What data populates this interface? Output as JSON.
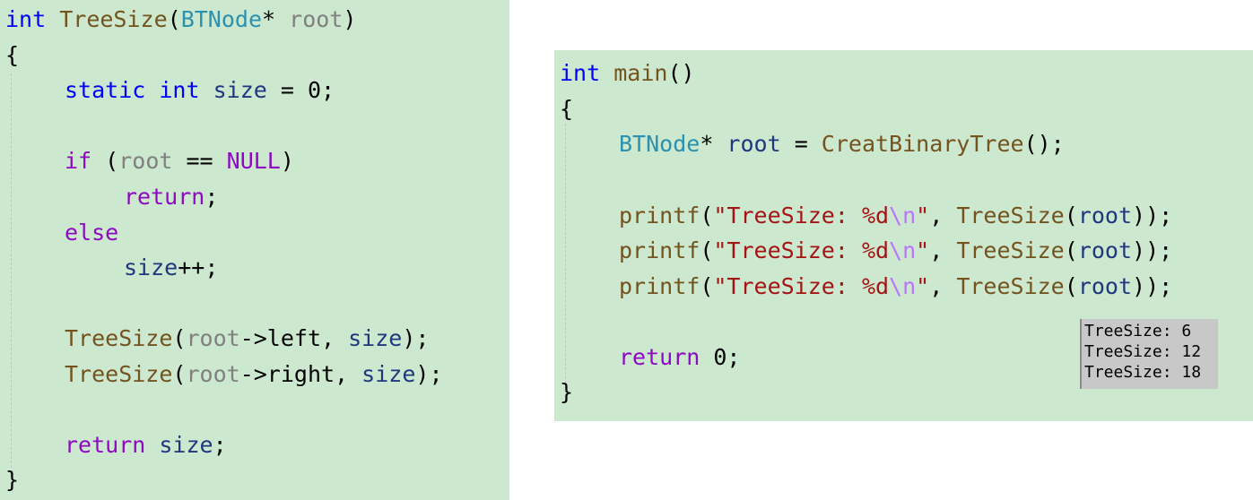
{
  "left_code": {
    "sig": {
      "ret": "int",
      "fn": "TreeSize",
      "open": "(",
      "type": "BTNode",
      "star": "*",
      "param": "root",
      "close": ")"
    },
    "brace_open": "{",
    "decl": {
      "static": "static",
      "int": "int",
      "var": "size",
      "rest": " = 0;"
    },
    "if_line": {
      "kw": "if",
      "open": " (",
      "param": "root",
      "op": " == ",
      "null": "NULL",
      "close": ")"
    },
    "ret1": {
      "kw": "return",
      "semi": ";"
    },
    "else_kw": "else",
    "incr": {
      "var": "size",
      "rest": "++;"
    },
    "call_left": {
      "fn": "TreeSize",
      "open": "(",
      "param": "root",
      "arrow": "->left, ",
      "var": "size",
      "close": ");"
    },
    "call_right": {
      "fn": "TreeSize",
      "open": "(",
      "param": "root",
      "arrow": "->right, ",
      "var": "size",
      "close": ");"
    },
    "ret2": {
      "kw": "return",
      "sp": " ",
      "var": "size",
      "semi": ";"
    },
    "brace_close": "}"
  },
  "right_code": {
    "sig": {
      "ret": "int",
      "fn": "main",
      "parens": "()"
    },
    "brace_open": "{",
    "decl": {
      "type": "BTNode",
      "star": "* ",
      "var": "root",
      "eq": " = ",
      "fn": "CreatBinaryTree",
      "rest": "();"
    },
    "printf_lines": [
      {
        "fn": "printf",
        "open": "(",
        "str": "\"TreeSize: %d",
        "esc": "\\n",
        "strend": "\"",
        "comma": ", ",
        "call": "TreeSize",
        "po": "(",
        "var": "root",
        "close": "));"
      },
      {
        "fn": "printf",
        "open": "(",
        "str": "\"TreeSize: %d",
        "esc": "\\n",
        "strend": "\"",
        "comma": ", ",
        "call": "TreeSize",
        "po": "(",
        "var": "root",
        "close": "));"
      },
      {
        "fn": "printf",
        "open": "(",
        "str": "\"TreeSize: %d",
        "esc": "\\n",
        "strend": "\"",
        "comma": ", ",
        "call": "TreeSize",
        "po": "(",
        "var": "root",
        "close": "));"
      }
    ],
    "ret": {
      "kw": "return",
      "rest": " 0;"
    },
    "brace_close": "}"
  },
  "console_output": [
    "TreeSize: 6",
    "TreeSize: 12",
    "TreeSize: 18"
  ],
  "colors": {
    "background": "#cce8cf",
    "keyword": "#0000ff",
    "type": "#2b91af",
    "function": "#74531f",
    "parameter": "#808080",
    "local": "#1f377f",
    "control": "#8f08c4",
    "string": "#a31515",
    "escape": "#b776fb",
    "console_bg": "#c8c8c8"
  }
}
